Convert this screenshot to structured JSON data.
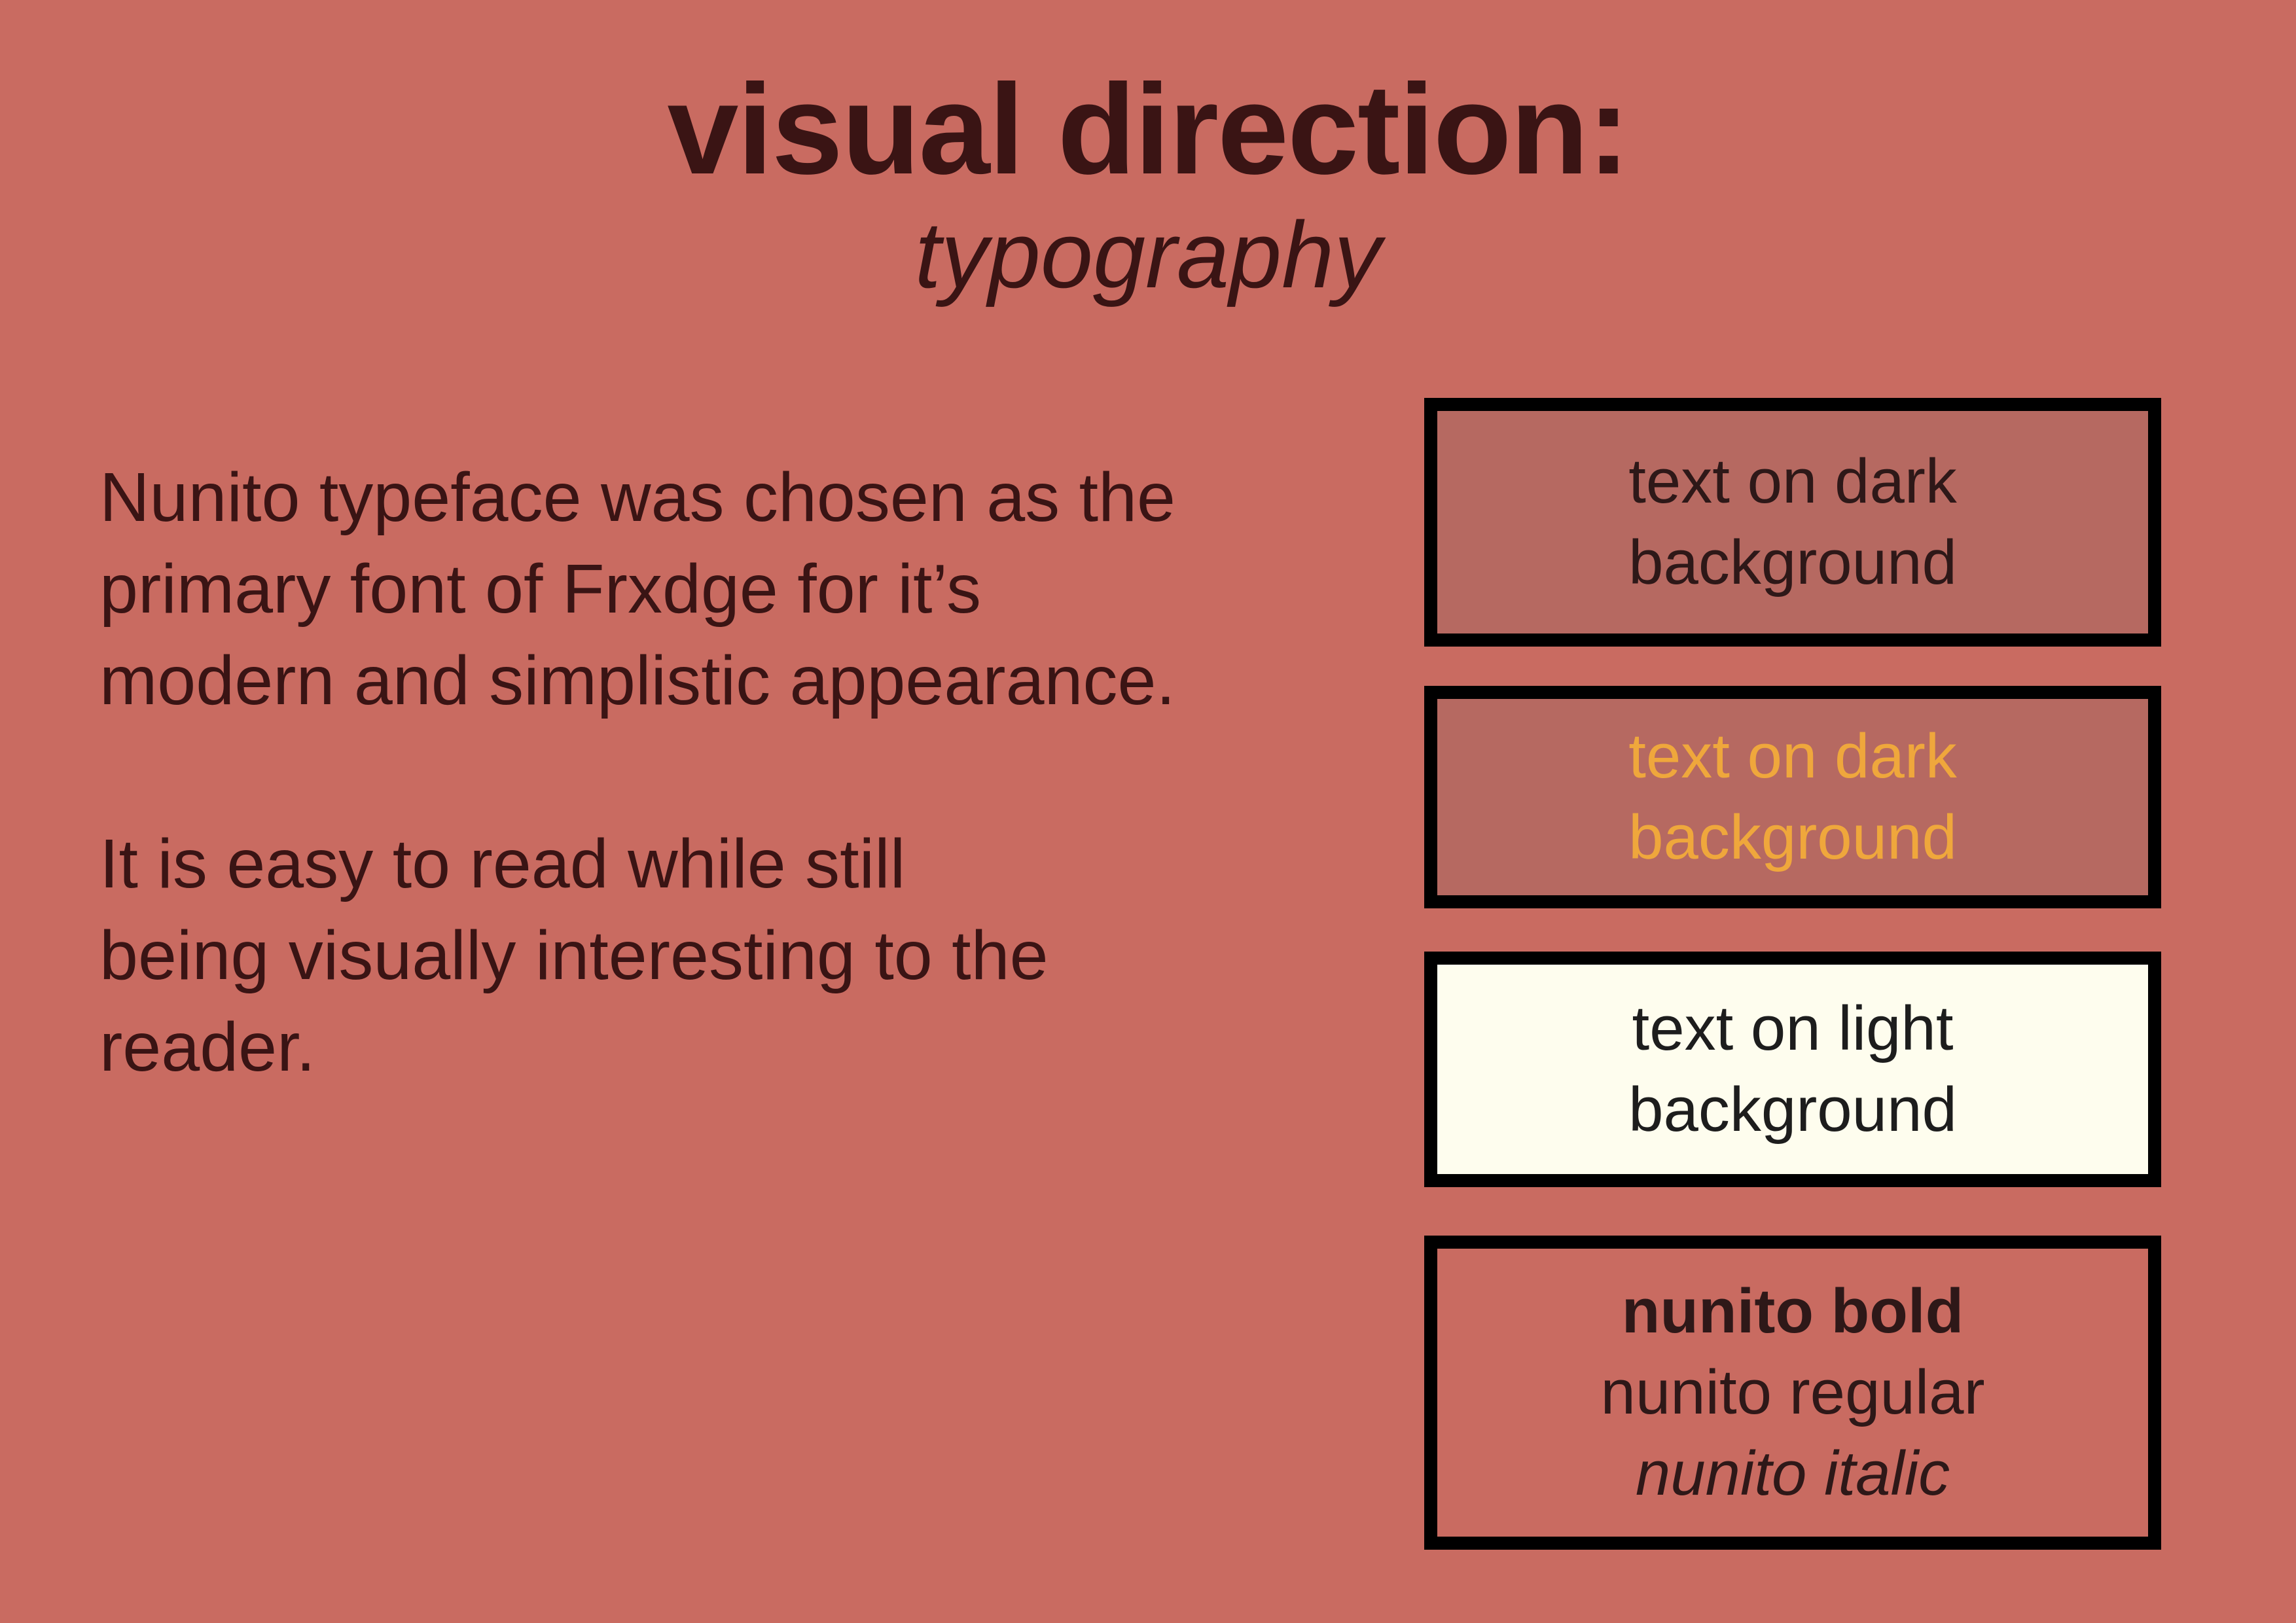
{
  "colors": {
    "page_background": "#c96b61",
    "dark_background": "#b66961",
    "light_background": "#fefdee",
    "primary_text": "#3a1414",
    "accent_text": "#efa73c",
    "box_border": "#000000"
  },
  "header": {
    "title": "visual direction:",
    "subtitle": "typography"
  },
  "content": {
    "paragraphs": [
      {
        "lines": [
          "Nunito typeface was chosen as the",
          "primary font of Frxdge for it’s",
          "modern and simplistic appearance."
        ]
      },
      {
        "lines": [
          "It is easy to read while still",
          "being visually interesting to the",
          "reader."
        ]
      }
    ]
  },
  "swatches": [
    {
      "lines": [
        "text on dark",
        "background"
      ]
    },
    {
      "lines": [
        "text on dark",
        "background"
      ]
    },
    {
      "lines": [
        "text on light",
        "background"
      ]
    },
    {
      "lines": [
        "nunito bold",
        "nunito regular",
        "nunito italic"
      ]
    }
  ]
}
